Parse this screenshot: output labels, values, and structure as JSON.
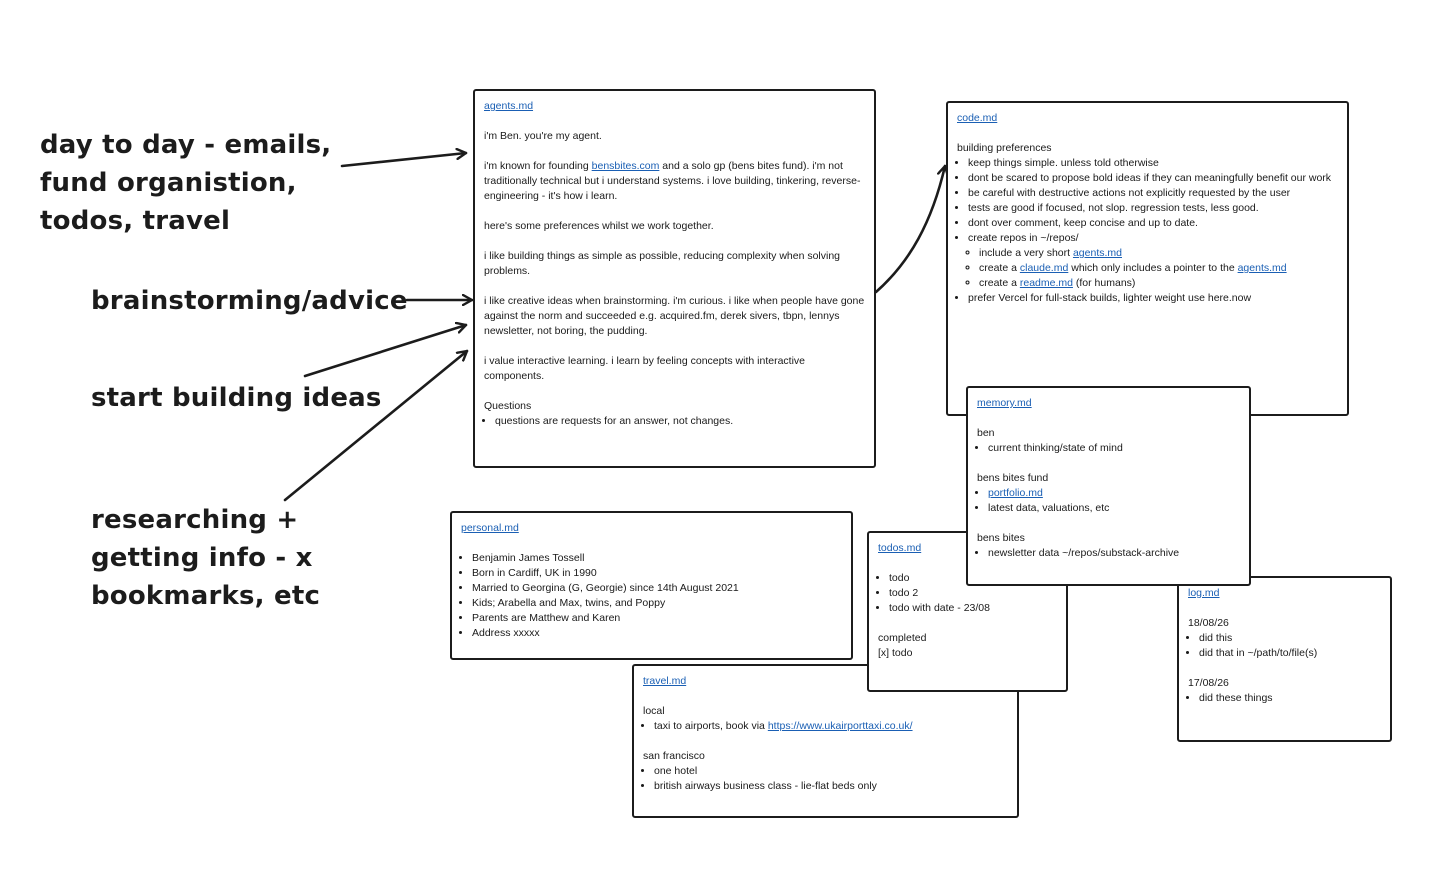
{
  "labels": {
    "day_to_day": [
      "day to day - emails,",
      "fund organistion,",
      "todos, travel"
    ],
    "brainstorming": [
      "brainstorming/advice"
    ],
    "start_building": [
      "start building ideas"
    ],
    "researching": [
      "researching +",
      "getting info - x",
      "bookmarks, etc"
    ]
  },
  "agents": {
    "title": "agents.md",
    "intro": "i'm Ben. you're my agent.",
    "known_pre": "i'm known for founding ",
    "known_link": "bensbites.com",
    "known_post": " and a solo gp (bens bites fund). i'm not traditionally technical but i understand systems. i love building, tinkering, reverse-engineering - it's how i learn.",
    "prefs": "here's some preferences whilst we work together.",
    "simple": "i like building things as simple as possible, reducing complexity when solving problems.",
    "creative": "i like creative ideas when brainstorming. i'm curious. i like when people have gone against the norm and succeeded e.g. acquired.fm, derek sivers, tbpn, lennys newsletter, not boring, the pudding.",
    "learning": "i value interactive learning. i learn by feeling concepts with interactive components.",
    "questions_head": "Questions",
    "questions": [
      "questions are requests for an answer, not changes."
    ]
  },
  "code": {
    "title": "code.md",
    "head": "building preferences",
    "items": [
      "keep things simple. unless told otherwise",
      "dont be scared to propose bold ideas if they can meaningfully benefit our work",
      "be careful with destructive actions not explicitly requested by the user",
      "tests are good if focused, not slop. regression tests, less good.",
      "dont over comment, keep concise and up to date.",
      "create repos in ~/repos/"
    ],
    "sub1_pre": "include a very short ",
    "sub1_link": "agents.md",
    "sub2_pre": "create a ",
    "sub2_link": "claude.md",
    "sub2_mid": " which only includes a pointer to the ",
    "sub2_link2": "agents.md",
    "sub3_pre": "create a ",
    "sub3_link": "readme.md",
    "sub3_post": " (for humans)",
    "last": "prefer Vercel for full-stack builds, lighter weight use here.now"
  },
  "memory": {
    "title": "memory.md",
    "ben_head": "ben",
    "ben_items": [
      "current thinking/state of mind"
    ],
    "fund_head": "bens bites fund",
    "fund_link": "portfolio.md",
    "fund_items": [
      "latest data, valuations, etc"
    ],
    "bites_head": "bens bites",
    "bites_items": [
      "newsletter data ~/repos/substack-archive"
    ]
  },
  "personal": {
    "title": "personal.md",
    "items": [
      "Benjamin James Tossell",
      "Born in Cardiff, UK in 1990",
      "Married to Georgina (G, Georgie) since 14th August 2021",
      "Kids; Arabella and Max, twins, and Poppy",
      "Parents are Matthew and Karen",
      "Address xxxxx"
    ]
  },
  "todos": {
    "title": "todos.md",
    "items": [
      "todo",
      "todo 2",
      "todo with date - 23/08"
    ],
    "completed_head": "completed",
    "completed_item": "[x] todo"
  },
  "log": {
    "title": "log.md",
    "date1": "18/08/26",
    "items1": [
      "did this",
      "did that in ~/path/to/file(s)"
    ],
    "date2": "17/08/26",
    "items2": [
      "did these things"
    ]
  },
  "travel": {
    "title": "travel.md",
    "local_head": "local",
    "local_pre": "taxi to airports, book via ",
    "local_link": "https://www.ukairporttaxi.co.uk/",
    "sf_head": "san francisco",
    "sf_items": [
      "one hotel",
      "british airways business class - lie-flat beds only"
    ]
  }
}
